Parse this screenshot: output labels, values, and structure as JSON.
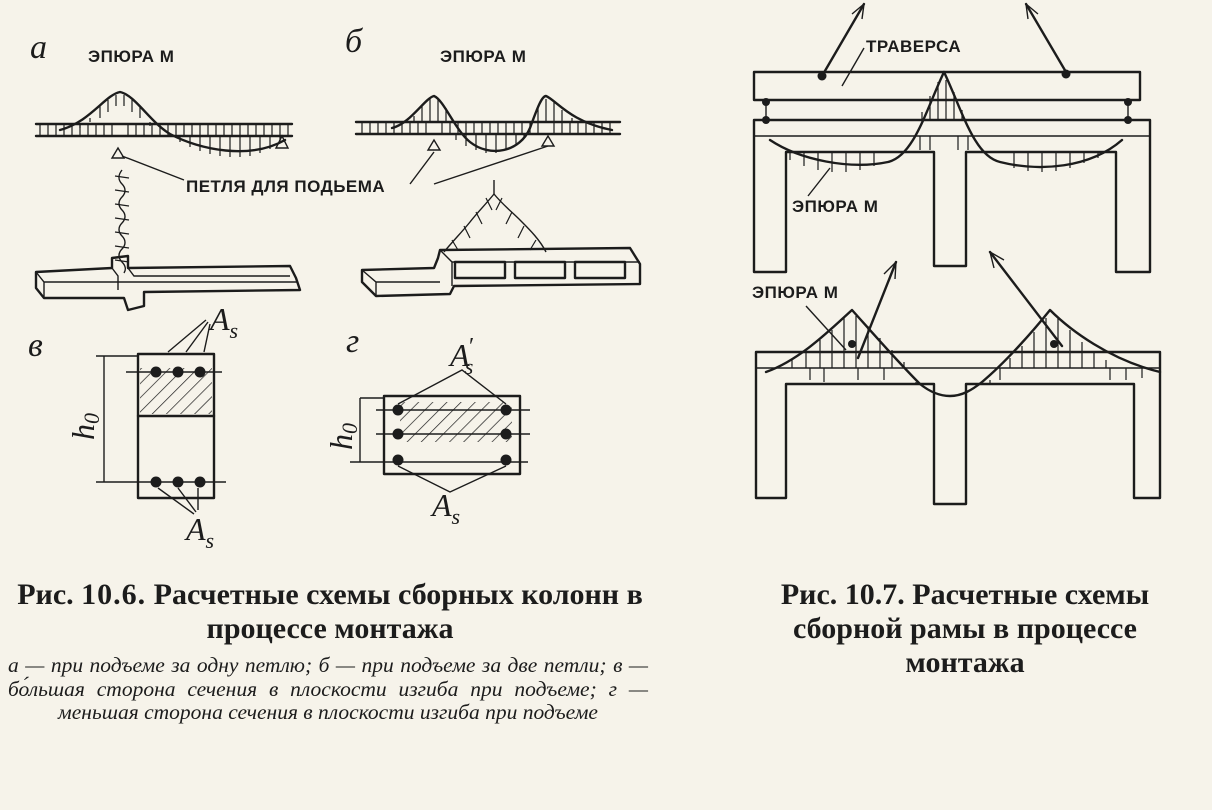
{
  "figure_left": {
    "panel_a_letter": "а",
    "panel_b_letter": "б",
    "panel_v_letter": "в",
    "panel_g_letter": "г",
    "moment_label_a": "ЭПЮРА М",
    "moment_label_b": "ЭПЮРА М",
    "lift_loop_label": "ПЕТЛЯ ДЛЯ ПОДЬЕМА",
    "reinf_symbol": "A",
    "reinf_sub": "s",
    "reinf_prime": "′",
    "height_symbol": "h",
    "height_sub": "0",
    "caption_prefix": "Рис.",
    "caption_number": "10.6.",
    "caption_title": "Расчетные схемы сборных колонн в процессе монтажа",
    "legend": "а — при подъеме за одну петлю; б — при подъеме за две петли; в — бо́льшая сторона сечения в плоскости изгиба при подъеме; г — меньшая сторона сечения в плоскости изгиба при подъеме"
  },
  "figure_right": {
    "traverse_label": "ТРАВЕРСА",
    "moment_label_top": "ЭПЮРА М",
    "moment_label_bottom": "ЭПЮРА М",
    "caption_prefix": "Рис.",
    "caption_number": "10.7.",
    "caption_title": "Расчетные схемы сборной рамы в процессе монтажа"
  }
}
